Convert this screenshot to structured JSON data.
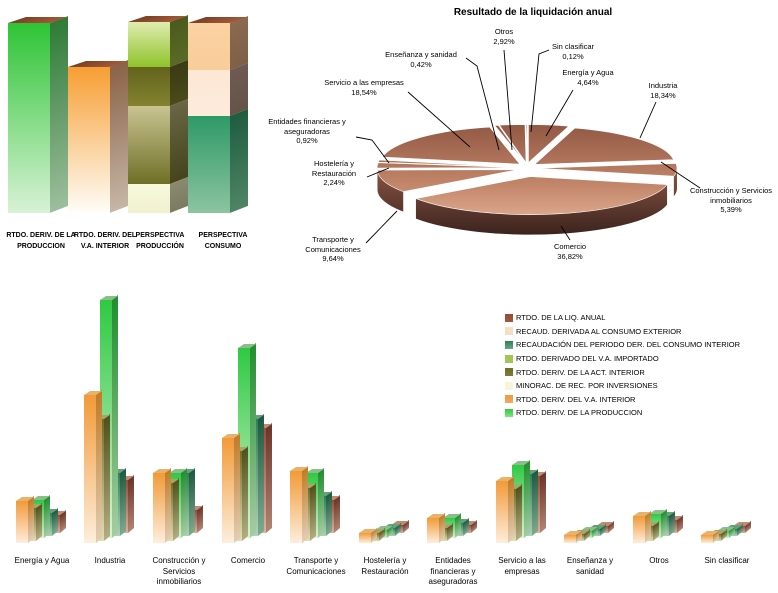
{
  "page": {
    "background": "#ffffff"
  },
  "chart_data": [
    {
      "id": "liquidation-perspective-bars",
      "type": "bar",
      "subtype": "3d-gradient-stacked-columns",
      "note": "no numeric axis shown; heights and segment splits read from pixels",
      "value_unit": "relative-height-px",
      "cap_color": {
        "from": "#7b4026",
        "to": "#a15a38"
      },
      "bars": [
        {
          "label": "RTDO. DERIV. DE LA PRODUCCION",
          "height": 190,
          "segments": [
            {
              "from": "#2ec435",
              "to": "#d8f2d6",
              "frac": 1.0,
              "side_from": "#2e7b36",
              "side_to": "#9dbe9d"
            }
          ]
        },
        {
          "label": "RTDO. DERIV. DEL V.A. INTERIOR",
          "height": 146,
          "segments": [
            {
              "from": "#f79e33",
              "to": "#fefdf8",
              "frac": 1.0,
              "side_from": "#8a6247",
              "side_to": "#c6b6a6"
            }
          ]
        },
        {
          "label": "PERSPECTIVA PRODUCCIÓN",
          "height": 191,
          "segments": [
            {
              "from": "#e0ecae",
              "to": "#8fc32a",
              "frac": 0.235,
              "side_from": "#4a5a1e",
              "side_to": "#5a6a26"
            },
            {
              "from": "#63631e",
              "to": "#83832f",
              "frac": 0.205,
              "side_from": "#3a3a14",
              "side_to": "#4a4a1c"
            },
            {
              "from": "#c9c492",
              "to": "#6f6f26",
              "frac": 0.41,
              "side_from": "#6a6646",
              "side_to": "#45441c"
            },
            {
              "from": "#f8f8de",
              "to": "#f1f1cf",
              "frac": 0.15,
              "side_from": "#8a8a70",
              "side_to": "#7b7b62"
            }
          ]
        },
        {
          "label": "PERSPECTIVA CONSUMO",
          "height": 190,
          "segments": [
            {
              "from": "#fbd2a2",
              "to": "#f9cd9a",
              "frac": 0.245,
              "side_from": "#8a6a50",
              "side_to": "#7e6048"
            },
            {
              "from": "#fde7d5",
              "to": "#fdebdc",
              "frac": 0.245,
              "side_from": "#6e5a52",
              "side_to": "#655349"
            },
            {
              "from": "#2e9966",
              "to": "#8cc4a0",
              "frac": 0.51,
              "side_from": "#1e5c40",
              "side_to": "#4f8565"
            }
          ]
        }
      ]
    },
    {
      "id": "annual-liquidation-pie",
      "type": "pie",
      "title": "Resultado de la liquidación anual",
      "unit": "%",
      "style": {
        "top_from": "#8f5642",
        "top_mid": "#c08468",
        "top_to": "#e9b79c",
        "side_from": "#8a5544",
        "side_to": "#3a231d"
      },
      "slices": [
        {
          "label": "Energía y Agua",
          "value": 4.64,
          "display": "4,64%"
        },
        {
          "label": "Industria",
          "value": 18.34,
          "display": "18,34%"
        },
        {
          "label": "Construcción y Servicios inmobiliarios",
          "value": 5.39,
          "display": "5,39%"
        },
        {
          "label": "Comercio",
          "value": 36.82,
          "display": "36,82%"
        },
        {
          "label": "Transporte y Comunicaciones",
          "value": 9.64,
          "display": "9,64%"
        },
        {
          "label": "Hostelería y Restauración",
          "value": 2.24,
          "display": "2,24%"
        },
        {
          "label": "Entidades financieras y aseguradoras",
          "value": 0.92,
          "display": "0,92%"
        },
        {
          "label": "Servicio a las empresas",
          "value": 18.54,
          "display": "18,54%"
        },
        {
          "label": "Enseñanza y sanidad",
          "value": 0.42,
          "display": "0,42%"
        },
        {
          "label": "Otros",
          "value": 2.92,
          "display": "2,92%"
        },
        {
          "label": "Sin clasificar",
          "value": 0.12,
          "display": "0,12%"
        }
      ]
    },
    {
      "id": "sector-breakdown-bars",
      "type": "bar",
      "subtype": "grouped-3d-columns",
      "note": "no numeric axis shown; values are relative bar heights read from pixels; series with 0 values have no visible bars",
      "value_unit": "relative-height-px",
      "legend_position": "top-right",
      "categories": [
        "Energía y Agua",
        "Industria",
        "Construcción y Servicios inmobiliarios",
        "Comercio",
        "Transporte y Comunicaciones",
        "Hostelería y Restauración",
        "Entidades financieras y aseguradoras",
        "Servicio a las empresas",
        "Enseñanza y sanidad",
        "Otros",
        "Sin clasificar"
      ],
      "series": [
        {
          "name": "RTDO. DE LA LIQ. ANUAL",
          "color": "#9c5a3c",
          "grad": {
            "from": "#9a4b38",
            "to": "#dcb19e",
            "side_from": "#6b3428",
            "side_to": "#b08372",
            "cap": "#be8c72"
          },
          "values": [
            18,
            53,
            23,
            105,
            33,
            8,
            8,
            57,
            7,
            13,
            7
          ]
        },
        {
          "name": "RECAUD. DERIVADA AL CONSUMO EXTERIOR",
          "color": "#f6dec3",
          "grad": {
            "from": "#f6dec3",
            "to": "#fdf4e8",
            "side_from": "#c9ab8d",
            "side_to": "#e8d6c2",
            "cap": "#f9e8d4"
          },
          "values": [
            0,
            0,
            0,
            0,
            0,
            0,
            0,
            0,
            0,
            0,
            0
          ]
        },
        {
          "name": "RECAUDACIÓN DEL PERIODO DER. DEL CONSUMO INTERIOR",
          "color": "#66a77e",
          "grad": {
            "from": "#2e7f58",
            "to": "#abd4ba",
            "side_from": "#1e5840",
            "side_to": "#7fa98e",
            "cap": "#63a07c"
          },
          "values": [
            23,
            63,
            63,
            117,
            40,
            8,
            13,
            62,
            7,
            20,
            7
          ]
        },
        {
          "name": "RTDO. DERIVADO DEL V.A. IMPORTADO",
          "color": "#a3c556",
          "grad": {
            "from": "#a3c556",
            "to": "#e2efc2",
            "side_from": "#75913a",
            "side_to": "#c2d69a",
            "cap": "#c0d983"
          },
          "values": [
            0,
            0,
            0,
            0,
            0,
            0,
            0,
            0,
            0,
            0,
            0
          ]
        },
        {
          "name": "RTDO. DERIV. DE LA ACT. INTERIOR",
          "color": "#7c7c35",
          "grad": {
            "from": "#6e6e26",
            "to": "#e4dfb4",
            "side_from": "#50501c",
            "side_to": "#b3ad80",
            "cap": "#a9a468"
          },
          "values": [
            33,
            122,
            58,
            90,
            53,
            8,
            13,
            52,
            7,
            15,
            7
          ]
        },
        {
          "name": "MINORAC. DE REC. POR INVERSIONES",
          "color": "#f7f5d8",
          "grad": {
            "from": "#f7f5d8",
            "to": "#fdfcf0",
            "side_from": "#c8c5a0",
            "side_to": "#e8e5c8",
            "cap": "#faf8e4"
          },
          "values": [
            0,
            0,
            0,
            0,
            0,
            0,
            0,
            0,
            0,
            0,
            0
          ]
        },
        {
          "name": "RTDO. DERIV. DEL V.A. INTERIOR",
          "color": "#f2a668",
          "grad": {
            "from": "#f29a38",
            "to": "#fdeedc",
            "side_from": "#c07b27",
            "side_to": "#e3cdb4",
            "cap": "#e7b269"
          },
          "values": [
            42,
            148,
            70,
            105,
            72,
            10,
            25,
            62,
            8,
            27,
            8
          ]
        },
        {
          "name": "RTDO. DERIV. DE LA PRODUCCION",
          "color": "#7be87b",
          "grad": {
            "from": "#2fc943",
            "to": "#d8f3d2",
            "side_from": "#218e2f",
            "side_to": "#a5cca2",
            "cap": "#8cbe8c"
          },
          "values": [
            38,
            238,
            65,
            190,
            65,
            8,
            20,
            73,
            7,
            24,
            7
          ]
        }
      ]
    }
  ]
}
